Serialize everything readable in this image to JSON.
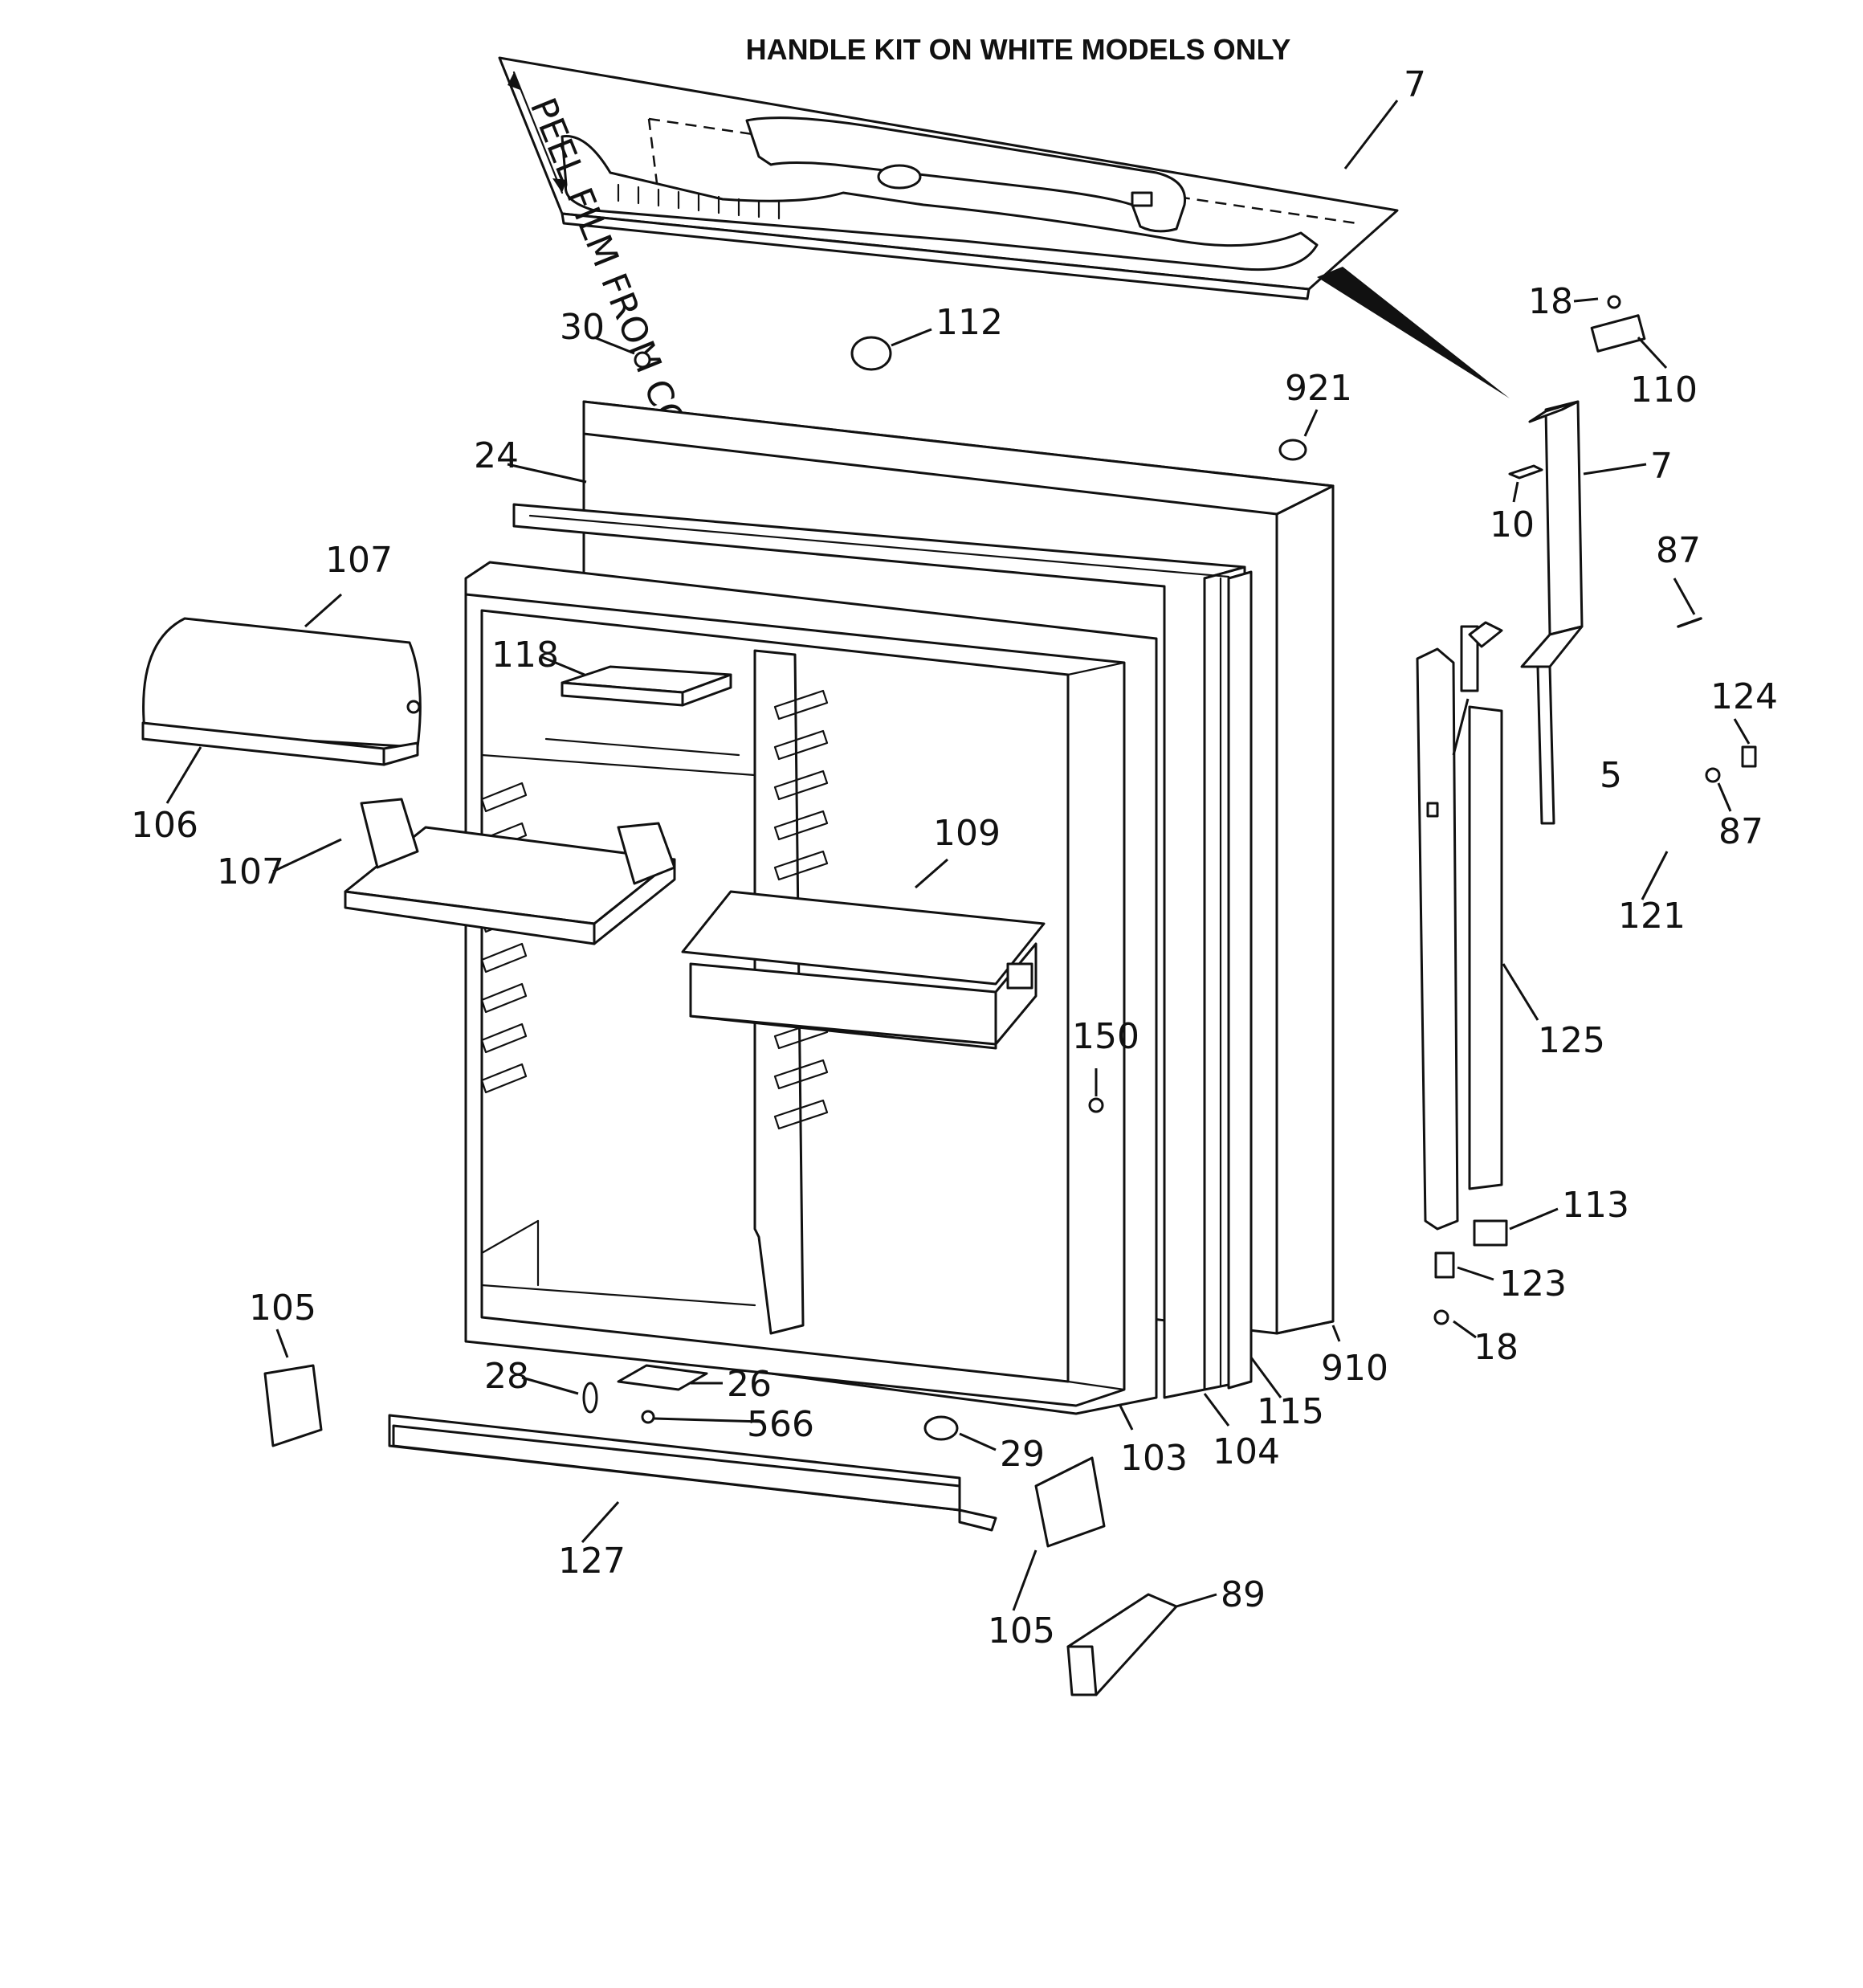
{
  "title": "HANDLE KIT ON WHITE MODELS ONLY",
  "film_note": "PEEL FILM FROM CORNER",
  "callouts": {
    "c7_kit": "7",
    "c18_top": "18",
    "c110": "110",
    "c30": "30",
    "c112": "112",
    "c921": "921",
    "c24": "24",
    "c7_handle": "7",
    "c10": "10",
    "c107_top": "107",
    "c87_top": "87",
    "c118": "118",
    "c124": "124",
    "c5": "5",
    "c106": "106",
    "c87_low": "87",
    "c109": "109",
    "c107_mid": "107",
    "c121": "121",
    "c125": "125",
    "c150": "150",
    "c113": "113",
    "c123": "123",
    "c105_left": "105",
    "c18_low": "18",
    "c910": "910",
    "c28": "28",
    "c26": "26",
    "c566": "566",
    "c115": "115",
    "c29": "29",
    "c103": "103",
    "c104": "104",
    "c127": "127",
    "c105_right": "105",
    "c89": "89"
  }
}
